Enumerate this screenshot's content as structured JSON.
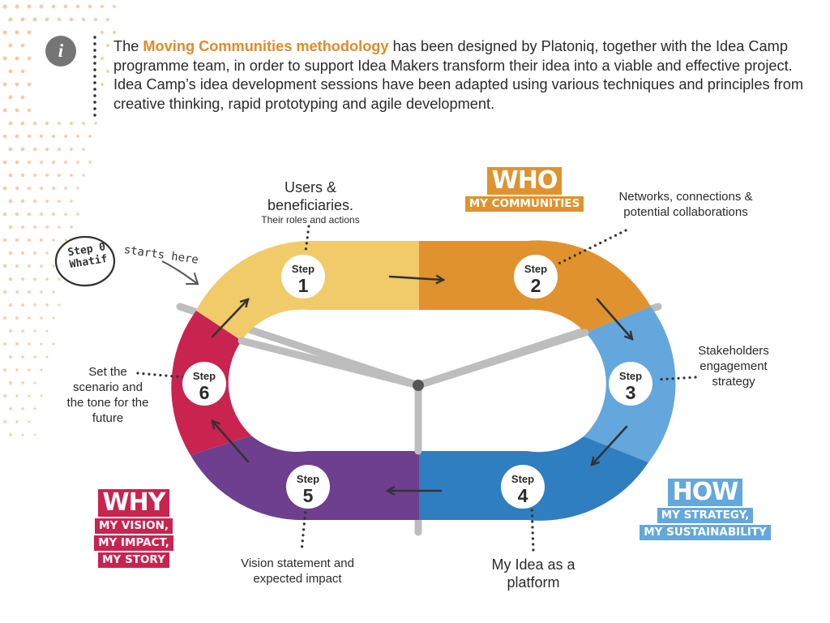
{
  "intro": {
    "pre": "The ",
    "highlight": "Moving Communities methodology",
    "post": " has been designed by Platoniq, together with the Idea Camp programme team, in order to support Idea Makers transform their idea into a viable and effective project. Idea Camp’s idea development sessions have been adapted using various techniques and principles from creative thinking, rapid prototyping and agile development."
  },
  "info_icon": {
    "glyph": "i",
    "icon": "info-icon"
  },
  "start": {
    "badge_line1": "Step 0",
    "badge_line2": "Whatif",
    "note": "starts here"
  },
  "steps": [
    {
      "label": "Step",
      "number": "1",
      "color": "#f1cb6a"
    },
    {
      "label": "Step",
      "number": "2",
      "color": "#e0922e"
    },
    {
      "label": "Step",
      "number": "3",
      "color": "#64a7dc"
    },
    {
      "label": "Step",
      "number": "4",
      "color": "#2f7ec0"
    },
    {
      "label": "Step",
      "number": "5",
      "color": "#6d3f8e"
    },
    {
      "label": "Step",
      "number": "6",
      "color": "#c9234f"
    }
  ],
  "labels": {
    "step1_main": "Users & beneficiaries.",
    "step1_sub": "Their roles and actions",
    "step2": "Networks, connections & potential collaborations",
    "step3": "Stakeholders engagement strategy",
    "step4": "My Idea as a platform",
    "step5": "Vision statement and expected impact",
    "step6": "Set the scenario and the tone for the future"
  },
  "stamps": {
    "who": {
      "title": "WHO",
      "lines": [
        "MY COMMUNITIES"
      ],
      "color": "#e0922e"
    },
    "how": {
      "title": "HOW",
      "lines": [
        "MY STRATEGY,",
        "MY SUSTAINABILITY"
      ],
      "color": "#64a7dc"
    },
    "why": {
      "title": "WHY",
      "lines": [
        "MY VISION,",
        "MY IMPACT,",
        "MY STORY"
      ],
      "color": "#c9234f"
    }
  },
  "colors": {
    "connector": "#bdbdbd",
    "dots": "#f2c9a0",
    "text": "#2b2b2b"
  }
}
